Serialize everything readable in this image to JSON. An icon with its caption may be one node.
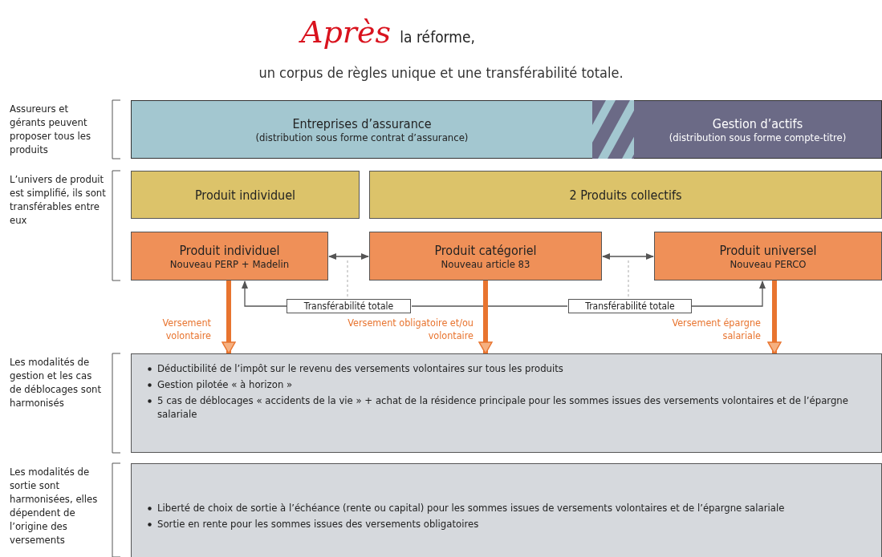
{
  "diagram": {
    "title": "*Après* la réforme,",
    "nodes": [
      {
        "text": [
          "Entreprises d’assurance",
          "(distribution sous forme contrat d’assurance)"
        ]
      },
      {
        "text": [
          "Gestion d’actifs",
          "(distribution sous forme compte-titre)"
        ]
      },
      {
        "text": [
          "Produit individuel"
        ]
      },
      {
        "text": [
          "2 Produits collectifs"
        ]
      },
      {
        "text": [
          "Produit individuel",
          "Nouveau PERP + Madelin"
        ]
      },
      {
        "text": [
          "Produit catégoriel",
          "Nouveau article 83"
        ]
      },
      {
        "text": [
          "Produit universel",
          "Nouveau PERCO"
        ]
      },
      {
        "text": [
          "Transférabilité totale"
        ]
      },
      {
        "text": [
          "Transférabilité totale"
        ]
      },
      {
        "text": [
          "Déductibilité de l’impôt sur le revenu des versements volontaires sur tous les produits",
          "Gestion pilotée « à horizon »",
          "5 cas de déblocages « accidents de la vie » + achat de la résidence principale pour les sommes issues des versements volontaires et de l’épargne salariale"
        ]
      },
      {
        "text": [
          "Liberté de choix de sortie à l’échéance (rente ou capital) pour les sommes issues de versements volontaires et de l’épargne salariale",
          "Sortie en rente pour les sommes issues des versements obligatoires"
        ]
      }
    ],
    "edges": [
      {
        "from": 4,
        "to": 5,
        "arrow": "both"
      },
      {
        "from": 5,
        "to": 6,
        "arrow": "both"
      },
      {
        "from": 7,
        "to": 4,
        "arrow": "to"
      },
      {
        "from": 7,
        "to": 8,
        "arrow": "none"
      },
      {
        "from": 8,
        "to": 6,
        "arrow": "to"
      },
      {
        "from": 4,
        "to": 9,
        "arrow": "to",
        "label": "Versement volontaire",
        "style": "thick",
        "color": "#e8742f"
      },
      {
        "from": 5,
        "to": 9,
        "arrow": "to",
        "label": "Versement obligatoire et/ou volontaire",
        "style": "thick",
        "color": "#e8742f"
      },
      {
        "from": 6,
        "to": 9,
        "arrow": "to",
        "label": "Versement épargne salariale",
        "style": "thick",
        "color": "#e8742f"
      }
    ],
    "labels": [
      "un corpus de règles unique et une transférabilité totale.",
      "Assureurs et gérants peuvent proposer tous les produits",
      "L’univers de produit est simplifié, ils sont transférables entre eux",
      "Les modalités de gestion et les cas de déblocages sont harmonisés",
      "Les modalités de sortie sont harmonisées, elles dépendent de l’origine des versements"
    ]
  }
}
